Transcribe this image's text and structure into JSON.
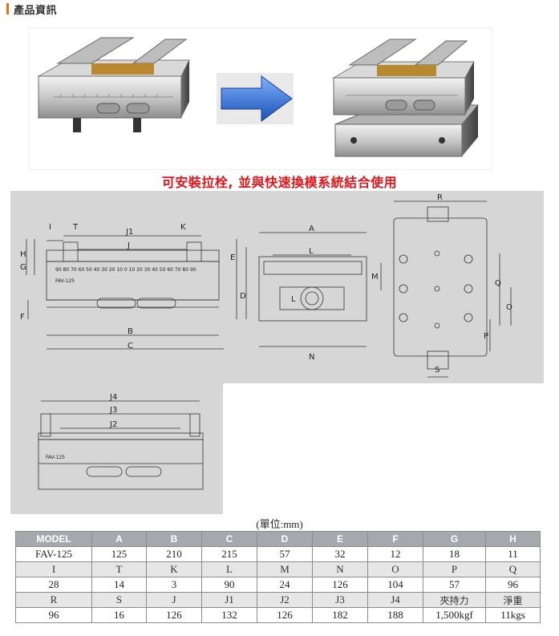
{
  "header": {
    "title": "產品資訊"
  },
  "caption": "可安裝拉栓, 並與快速換模系統結合使用",
  "photos": {
    "arrow_color": "#2f6fc9"
  },
  "drawing": {
    "front_labels": {
      "I": "I",
      "T": "T",
      "K": "K",
      "J1": "J1",
      "J": "J",
      "G": "G",
      "H": "H",
      "E": "E",
      "D": "D",
      "F": "F",
      "B": "B",
      "C": "C"
    },
    "side_labels": {
      "A": "A",
      "L": "L",
      "M": "M",
      "N": "N"
    },
    "top_labels": {
      "R": "R",
      "Q": "Q",
      "O": "O",
      "P": "P",
      "S": "S"
    },
    "jaw_labels": {
      "J4": "J4",
      "J3": "J3",
      "J2": "J2"
    },
    "model_mark": "FAV-125",
    "scale": "90 80 70 60 50 40 30 20 10 0 10 20 30 40 50 60 70 80 90"
  },
  "unit_note": "(單位:mm)",
  "spec_table": {
    "rows": [
      {
        "kind": "head",
        "cells": [
          "MODEL",
          "A",
          "B",
          "C",
          "D",
          "E",
          "F",
          "G",
          "H"
        ]
      },
      {
        "kind": "val",
        "cells": [
          "FAV-125",
          "125",
          "210",
          "215",
          "57",
          "32",
          "12",
          "18",
          "11"
        ]
      },
      {
        "kind": "lbl",
        "cells": [
          "I",
          "T",
          "K",
          "L",
          "M",
          "N",
          "O",
          "P",
          "Q"
        ]
      },
      {
        "kind": "val",
        "cells": [
          "28",
          "14",
          "3",
          "90",
          "24",
          "126",
          "104",
          "57",
          "96"
        ]
      },
      {
        "kind": "lbl",
        "cells": [
          "R",
          "S",
          "J",
          "J1",
          "J2",
          "J3",
          "J4",
          "夾持力",
          "淨重"
        ]
      },
      {
        "kind": "val",
        "cells": [
          "96",
          "16",
          "126",
          "132",
          "126",
          "182",
          "188",
          "1,500kgf",
          "11kgs"
        ]
      }
    ]
  }
}
